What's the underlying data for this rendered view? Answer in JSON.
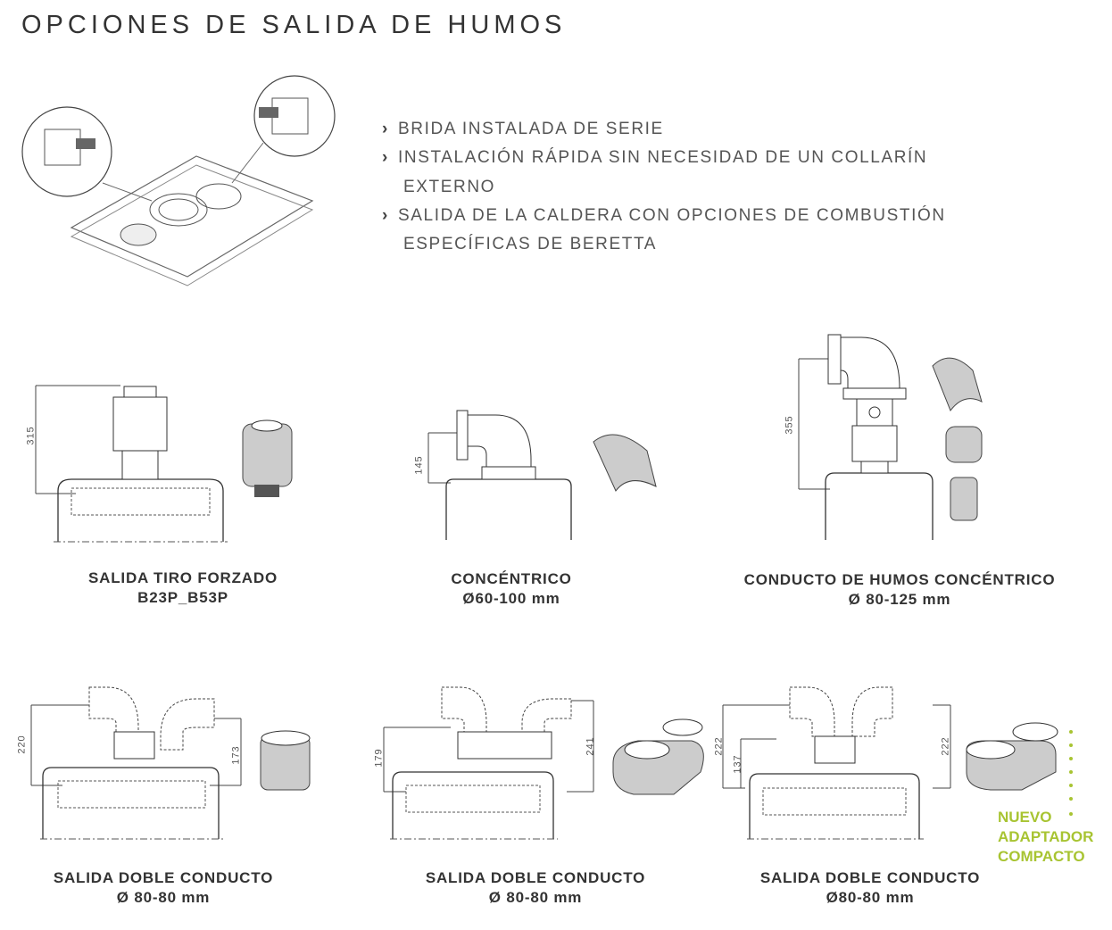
{
  "title": "OPCIONES DE SALIDA DE HUMOS",
  "features": [
    {
      "lines": [
        "BRIDA INSTALADA DE SERIE"
      ]
    },
    {
      "lines": [
        "INSTALACIÓN RÁPIDA SIN NECESIDAD DE UN COLLARÍN",
        "EXTERNO"
      ]
    },
    {
      "lines": [
        "SALIDA DE LA CALDERA CON OPCIONES DE COMBUSTIÓN",
        "ESPECÍFICAS DE BERETTA"
      ]
    }
  ],
  "options": [
    {
      "title": "SALIDA TIRO FORZADO",
      "subtitle": "B23P_B53P",
      "dims": [
        "315"
      ]
    },
    {
      "title": "CONCÉNTRICO",
      "subtitle": "Ø60-100 mm",
      "dims": [
        "145"
      ]
    },
    {
      "title": "CONDUCTO DE HUMOS CONCÉNTRICO",
      "subtitle": "Ø 80-125 mm",
      "dims": [
        "355"
      ]
    },
    {
      "title": "SALIDA DOBLE CONDUCTO",
      "subtitle": "Ø 80-80 mm",
      "dims": [
        "220",
        "173"
      ]
    },
    {
      "title": "SALIDA DOBLE CONDUCTO",
      "subtitle": "Ø 80-80 mm",
      "dims": [
        "179",
        "241"
      ]
    },
    {
      "title": "SALIDA DOBLE CONDUCTO",
      "subtitle": "Ø80-80 mm",
      "dims": [
        "222",
        "137",
        "222"
      ]
    }
  ],
  "new_adapter": {
    "lines": [
      "NUEVO",
      "ADAPTADOR",
      "COMPACTO"
    ],
    "color": "#a8c432"
  }
}
